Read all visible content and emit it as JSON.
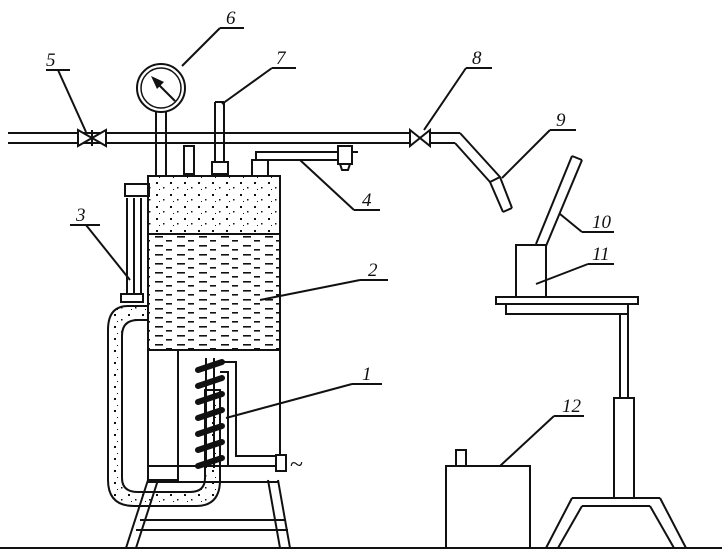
{
  "labels": {
    "n1": "1",
    "n2": "2",
    "n3": "3",
    "n4": "4",
    "n5": "5",
    "n6": "6",
    "n7": "7",
    "n8": "8",
    "n9": "9",
    "n10": "10",
    "n11": "11",
    "n12": "12",
    "tilde": "~"
  },
  "colors": {
    "ink": "#111111",
    "paper": "#ffffff"
  }
}
